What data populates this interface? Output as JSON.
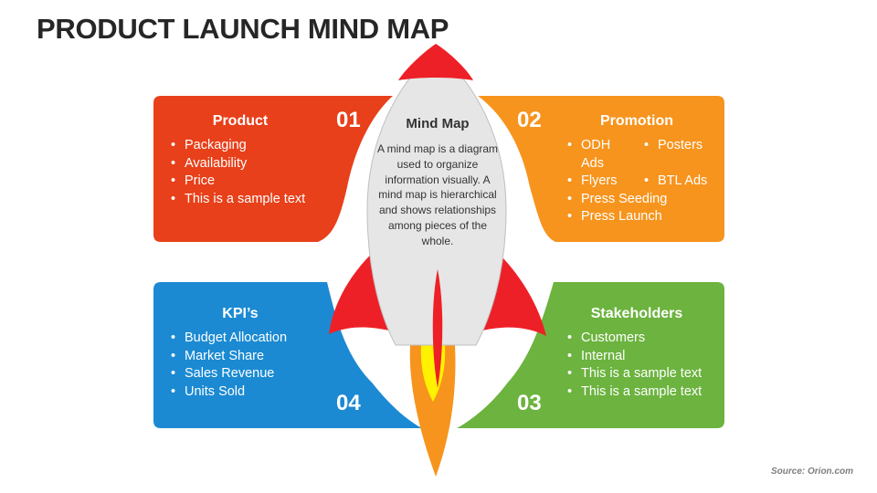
{
  "title": "PRODUCT LAUNCH MIND MAP",
  "source": "Source: Orion.com",
  "colors": {
    "product": "#e8401a",
    "promotion": "#f7941d",
    "kpis": "#1b8ad3",
    "stakeholders": "#6cb33f",
    "rocket_body": "#e6e6e6",
    "rocket_red": "#ee2027",
    "flame_outer": "#f7941d",
    "flame_inner": "#fff200"
  },
  "center": {
    "title": "Mind Map",
    "description": "A mind map is a diagram used to organize information visually. A mind map is hierarchical and shows relationships among pieces of the whole."
  },
  "product": {
    "number": "01",
    "heading": "Product",
    "items": [
      "Packaging",
      "Availability",
      "Price",
      "This is a sample text"
    ]
  },
  "promotion": {
    "number": "02",
    "heading": "Promotion",
    "col1": [
      "ODH",
      "Ads",
      "Flyers",
      "Press Seeding",
      "Press Launch"
    ],
    "col2": [
      "Posters",
      "BTL Ads"
    ]
  },
  "stakeholders": {
    "number": "03",
    "heading": "Stakeholders",
    "items": [
      "Customers",
      "Internal",
      "This is a sample text",
      "This is a sample text"
    ]
  },
  "kpis": {
    "number": "04",
    "heading": "KPI’s",
    "items": [
      "Budget Allocation",
      "Market Share",
      "Sales Revenue",
      "Units Sold"
    ]
  }
}
